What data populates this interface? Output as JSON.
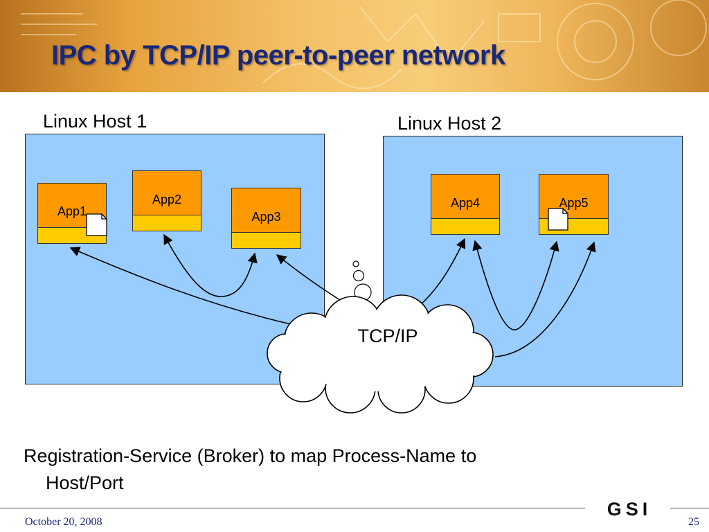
{
  "slide": {
    "title": "IPC by TCP/IP peer-to-peer network",
    "hosts": [
      {
        "label": "Linux Host 1"
      },
      {
        "label": "Linux Host 2"
      }
    ],
    "apps": [
      "App1",
      "App2",
      "App3",
      "App4",
      "App5"
    ],
    "network_label": "TCP/IP",
    "note_line1": "Registration-Service (Broker) to map Process-Name to",
    "note_line2": "Host/Port",
    "footer": {
      "date": "October 20, 2008",
      "page": "25",
      "logo": "GSI"
    },
    "colors": {
      "title": "#1a2878",
      "host_box": "#99ccff",
      "app_body": "#ff9900",
      "app_strip": "#ffcc00"
    }
  }
}
